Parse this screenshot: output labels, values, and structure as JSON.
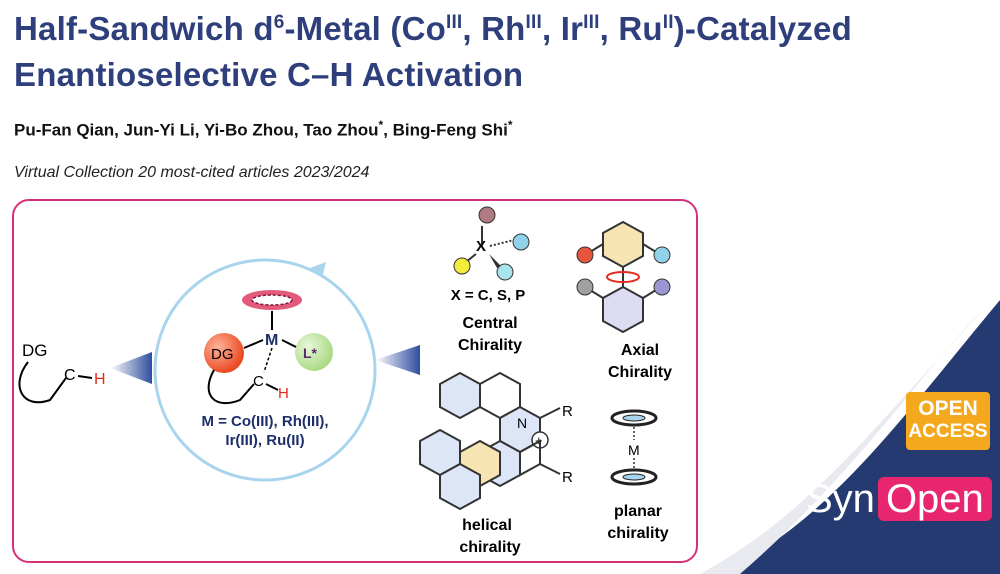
{
  "paper": {
    "title_part1": "Half-Sandwich d",
    "title_sup_d": "6",
    "title_part2": "-Metal (Co",
    "title_sup_co": "III",
    "title_part3": ", Rh",
    "title_sup_rh": "III",
    "title_part4": ", Ir",
    "title_sup_ir": "III",
    "title_part5": ", Ru",
    "title_sup_ru": "II",
    "title_part6": ")-Catalyzed Enantioselective C–H Activation",
    "authors_main": "Pu-Fan Qian, Jun-Yi Li, Yi-Bo Zhou, Tao Zhou",
    "star1": "*",
    "authors_tail": ", Bing-Feng Shi",
    "star2": "*",
    "collection": "Virtual Collection 20 most-cited articles 2023/2024"
  },
  "graphic": {
    "substrate_dg": "DG",
    "substrate_c": "C",
    "substrate_h": "H",
    "cat_metal": "M",
    "cat_dg": "DG",
    "cat_ligand": "L*",
    "cat_c": "C",
    "cat_h": "H",
    "metal_line1": "M = Co(III), Rh(III),",
    "metal_line2": "Ir(III), Ru(II)",
    "central_atom": "X",
    "central_def": "X = C, S, P",
    "central_label1": "Central",
    "central_label2": "Chirality",
    "axial_label1": "Axial",
    "axial_label2": "Chirality",
    "helical_n": "N",
    "helical_plus": "+",
    "helical_r1": "R",
    "helical_r2": "R",
    "helical_label1": "helical",
    "helical_label2": "chirality",
    "planar_m": "M",
    "planar_label1": "planar",
    "planar_label2": "chirality"
  },
  "branding": {
    "open_line1": "OPEN",
    "open_line2": "ACCESS",
    "journal_part1": "Syn",
    "journal_part2": "Open"
  },
  "colors": {
    "title_blue": "#2e3f7c",
    "frame_pink": "#d6307a",
    "navy": "#243a70",
    "open_access_orange": "#f4a81d",
    "brand_pink": "#e8266f"
  }
}
